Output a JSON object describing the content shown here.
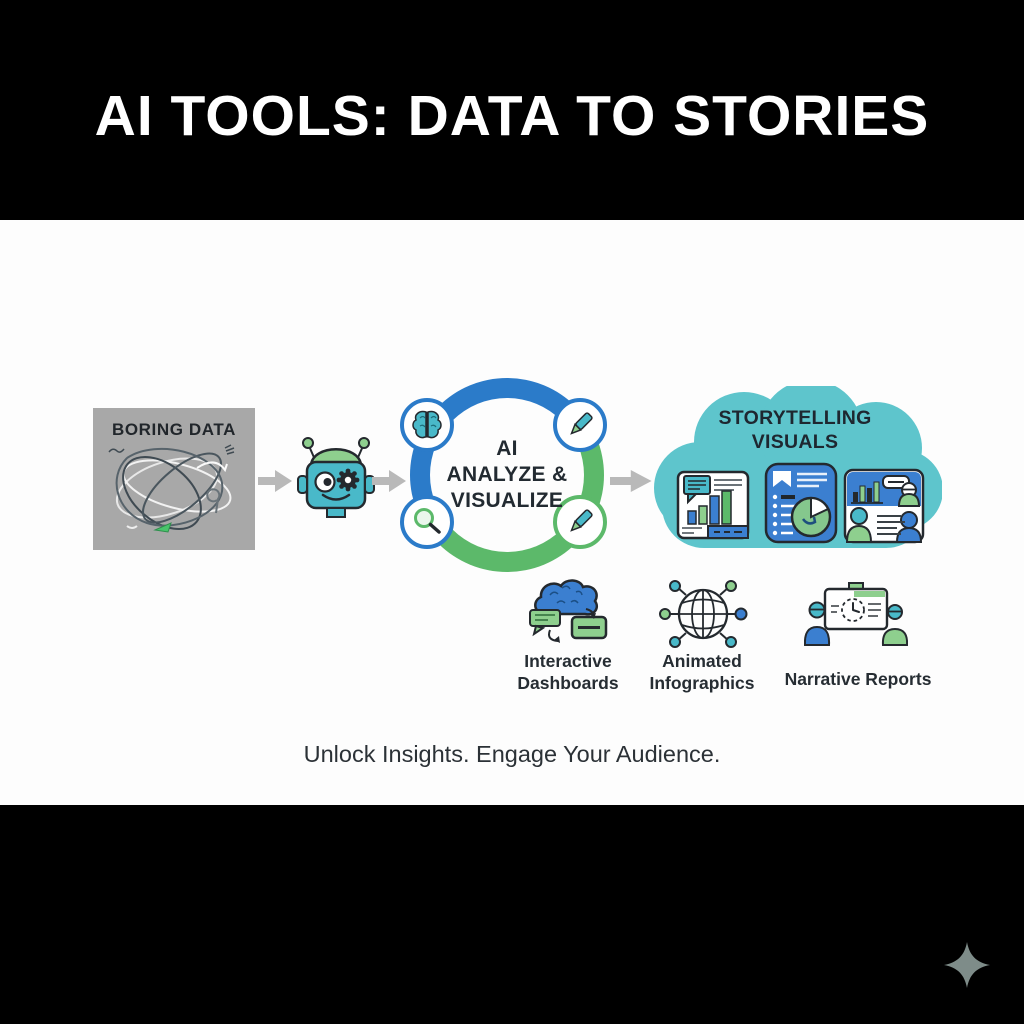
{
  "title": "AI TOOLS: DATA TO STORIES",
  "tagline": "Unlock Insights. Engage Your Audience.",
  "flow": {
    "source_label": "BORING DATA",
    "circle": {
      "line1": "AI",
      "line2": "ANALYZE &",
      "line3": "VISUALIZE"
    },
    "cloud": {
      "line1": "STORYTELLING",
      "line2": "VISUALS"
    }
  },
  "features": [
    {
      "icon": "dashboard-sync-icon",
      "line1": "Interactive",
      "line2": "Dashboards"
    },
    {
      "icon": "globe-network-icon",
      "line1": "Animated",
      "line2": "Infographics"
    },
    {
      "icon": "presentation-audience-icon",
      "line1": "Narrative Reports",
      "line2": ""
    }
  ],
  "icons": {
    "flow_arrow": "arrow-right-icon",
    "robot": "ai-robot-icon",
    "badge_top_left": "brain-icon",
    "badge_top_right": "marker-pen-icon",
    "badge_bottom_left": "magnifier-icon",
    "badge_bottom_right": "marker-pen-icon",
    "source_art": "scribble-doodle",
    "cloud_cards": [
      "bar-chart-dashboard-card",
      "report-pie-card",
      "audience-people-card"
    ],
    "footer_sparkle": "four-point-star-icon"
  },
  "colors": {
    "blue": "#2b7bc9",
    "green": "#5cb96a",
    "teal": "#49b9c9",
    "cloud_teal": "#5ec5cc",
    "light_green": "#8ecf8e",
    "card_blue": "#3b7fd0",
    "box_gray": "#a8a8a8",
    "arrow_gray": "#b9b9b9",
    "ink": "#24292e",
    "bar_black": "#000000",
    "canvas_white": "#fdfdfd",
    "sparkle_gray": "#7e8c89"
  }
}
